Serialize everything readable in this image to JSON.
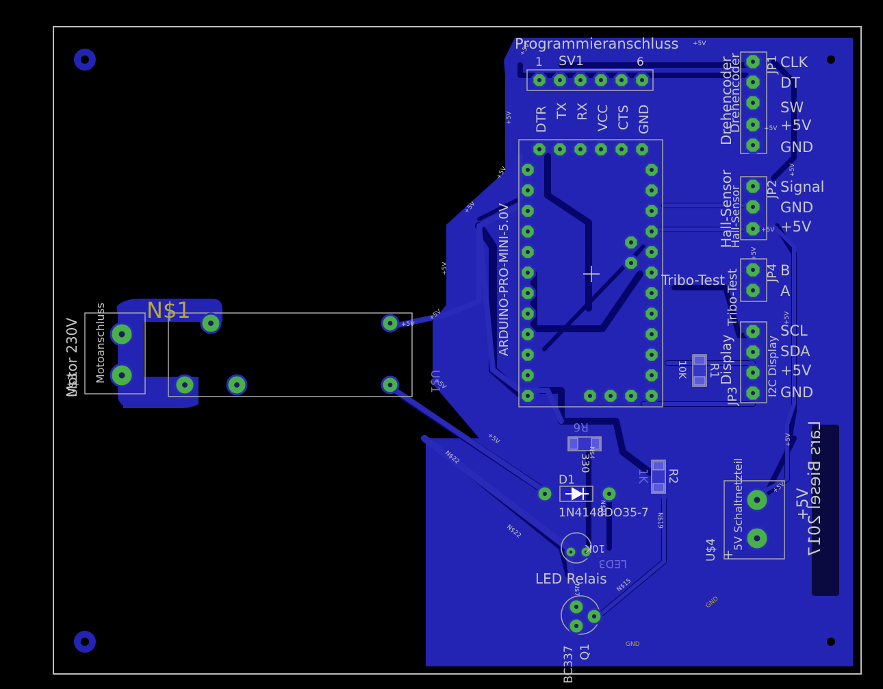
{
  "colors": {
    "background": "#000000",
    "copper": "#2323b4",
    "pad": "#48b048",
    "silk": "#c8c8c8",
    "name_label": "#b8a83a"
  },
  "labels": {
    "programmieranschluss": "Programmieranschluss",
    "sv1": "SV1",
    "sv1_pin1": "1",
    "sv1_pin6": "6",
    "sv1_pins": [
      "DTR",
      "TX",
      "RX",
      "VCC",
      "CTS",
      "GND"
    ],
    "arduino": "ARDUINO-PRO-MINI-5.0V",
    "jp1": "JP1",
    "jp1_pins": [
      "CLK",
      "DT",
      "SW",
      "+5V",
      "GND"
    ],
    "drehencoder": "Drehencoder",
    "jp2": "JP2",
    "jp2_pins": [
      "Signal",
      "GND",
      "+5V"
    ],
    "hall_sensor": "Hall-Sensor",
    "jp4": "JP4",
    "jp4_pins": [
      "B",
      "A"
    ],
    "tribo_test": "Tribo-Test",
    "jp3": "JP3",
    "jp3_pins": [
      "SCL",
      "SDA",
      "+5V",
      "GND"
    ],
    "display": "Display",
    "i2c_display": "I2C Display",
    "ns1": "N$1",
    "motor": "Motor 230V",
    "motoanschluss": "Motoanschluss",
    "us3": "U$3",
    "us1": "U$1",
    "us4": "U$4",
    "schaltnetzteil": "5V Schaltnetzteil",
    "plus5v": "+5V",
    "d1": "D1",
    "diode_part": "1N4148DO35-7",
    "r6": "R6",
    "r6_val": "330",
    "r2": "R2",
    "r2_val": "1K",
    "r1": "R1",
    "r1_val": "10K",
    "led3": "LED3",
    "led_val": "10K",
    "led_relais": "LED Relais",
    "q1": "Q1",
    "q1_part": "BC337",
    "author": "Lars Biesel 2017",
    "net_5v": "+5V",
    "net_gnd": "GND",
    "net_22": "N$22",
    "net_19": "N$19",
    "net_15": "N$15",
    "net_21": "N$21",
    "net_4": "N$4",
    "net_7": "N$7"
  }
}
